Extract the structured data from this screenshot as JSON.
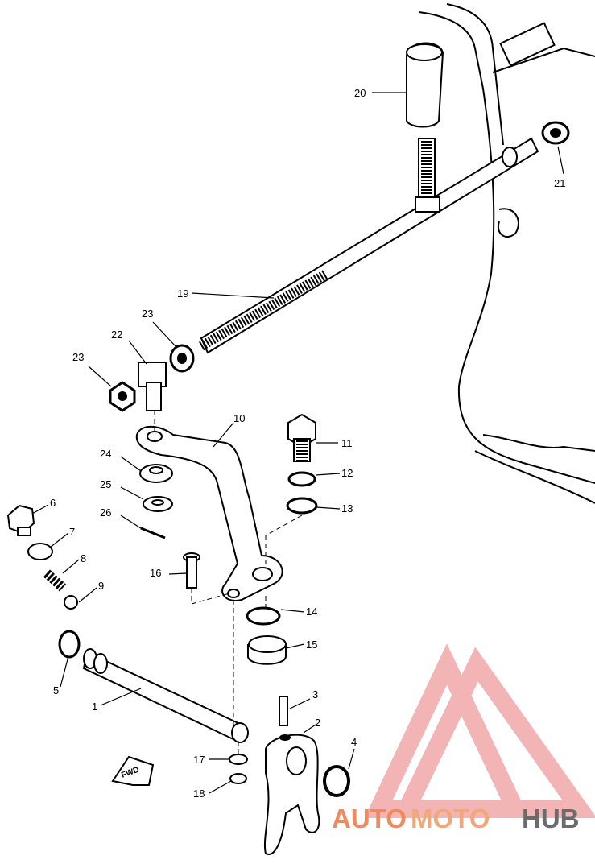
{
  "callouts": {
    "c1": "1",
    "c2": "2",
    "c3": "3",
    "c4": "4",
    "c5": "5",
    "c6": "6",
    "c7": "7",
    "c8": "8",
    "c9": "9",
    "c10": "10",
    "c11": "11",
    "c12": "12",
    "c13": "13",
    "c14": "14",
    "c15": "15",
    "c16": "16",
    "c17": "17",
    "c18": "18",
    "c19": "19",
    "c20": "20",
    "c21": "21",
    "c22": "22",
    "c23a": "23",
    "c23b": "23",
    "c24": "24",
    "c25": "25",
    "c26": "26"
  },
  "direction_label": "FWD",
  "watermark": {
    "part1": "AUTO",
    "part2": "MOTO",
    "part3": "HUB",
    "colors": {
      "primary": "#f08a5d",
      "accent": "#f0a878",
      "dark": "#6b6b6b",
      "logo": "#f2b4b4"
    }
  }
}
